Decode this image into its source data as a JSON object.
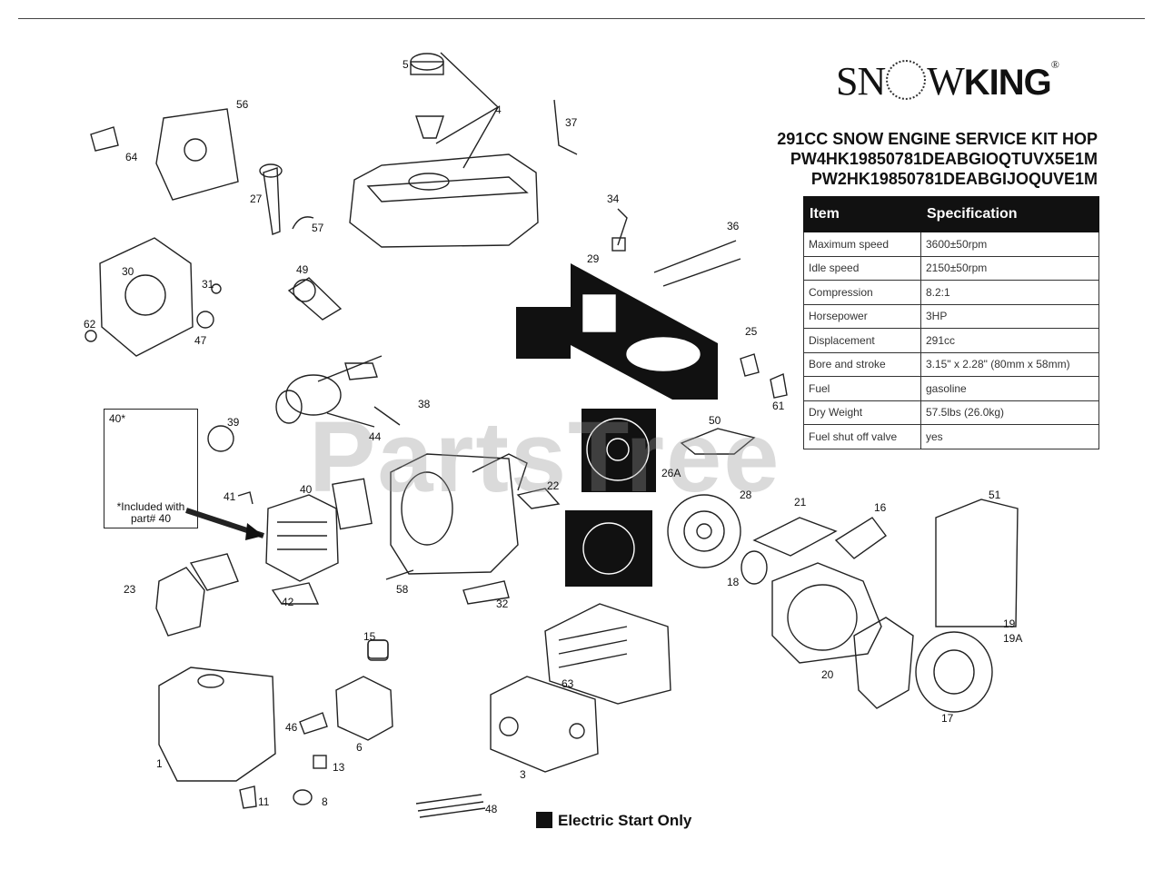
{
  "brand": {
    "sno": "SNOW",
    "king": "KING"
  },
  "kit_title": {
    "line1": "291CC SNOW ENGINE SERVICE KIT HOP",
    "line2": "PW4HK19850781DEABGIOQTUVX5E1M",
    "line3": "PW2HK19850781DEABGIJOQUVE1M"
  },
  "spec_table": {
    "headers": [
      "Item",
      "Specification"
    ],
    "rows": [
      [
        "Maximum speed",
        "3600±50rpm"
      ],
      [
        "Idle speed",
        "2150±50rpm"
      ],
      [
        "Compression",
        "8.2:1"
      ],
      [
        "Horsepower",
        "3HP"
      ],
      [
        "Displacement",
        "291cc"
      ],
      [
        "Bore and stroke",
        "3.15\" x 2.28\" (80mm x 58mm)"
      ],
      [
        "Fuel",
        "gasoline"
      ],
      [
        "Dry Weight",
        "57.5lbs (26.0kg)"
      ],
      [
        "Fuel shut off valve",
        "yes"
      ]
    ]
  },
  "included_note": {
    "marker": "40*",
    "text": "*Included with part# 40"
  },
  "watermark": "PartsTree",
  "legend": {
    "text": "Electric Start Only",
    "color": "#111111"
  },
  "callouts": [
    "5",
    "4",
    "56",
    "37",
    "64",
    "27",
    "57",
    "34",
    "36",
    "30",
    "31",
    "49",
    "29",
    "62",
    "47",
    "25",
    "61",
    "38",
    "44",
    "39",
    "40*",
    "50",
    "26A",
    "41",
    "40",
    "22",
    "28",
    "21",
    "16",
    "51",
    "23",
    "42",
    "58",
    "32",
    "18",
    "63",
    "15",
    "19",
    "19A",
    "20",
    "46",
    "17",
    "1",
    "6",
    "13",
    "3",
    "11",
    "8",
    "48"
  ]
}
